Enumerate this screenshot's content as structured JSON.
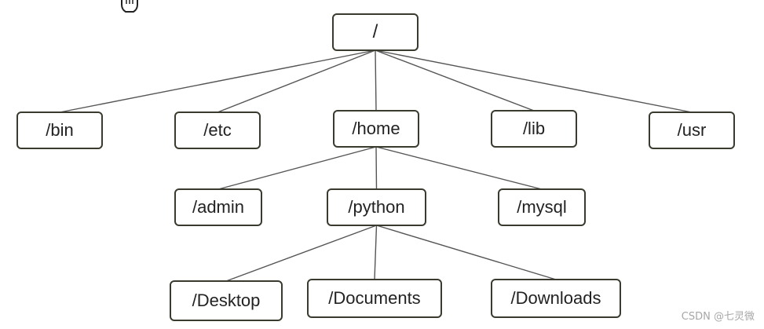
{
  "diagram": {
    "nodes": [
      {
        "id": "root",
        "label": "/"
      },
      {
        "id": "bin",
        "label": "/bin"
      },
      {
        "id": "etc",
        "label": "/etc"
      },
      {
        "id": "home",
        "label": "/home"
      },
      {
        "id": "lib",
        "label": "/lib"
      },
      {
        "id": "usr",
        "label": "/usr"
      },
      {
        "id": "admin",
        "label": "/admin"
      },
      {
        "id": "python",
        "label": "/python"
      },
      {
        "id": "mysql",
        "label": "/mysql"
      },
      {
        "id": "desktop",
        "label": "/Desktop"
      },
      {
        "id": "documents",
        "label": "/Documents"
      },
      {
        "id": "downloads",
        "label": "/Downloads"
      }
    ],
    "edges": [
      [
        "root",
        "bin"
      ],
      [
        "root",
        "etc"
      ],
      [
        "root",
        "home"
      ],
      [
        "root",
        "lib"
      ],
      [
        "root",
        "usr"
      ],
      [
        "home",
        "admin"
      ],
      [
        "home",
        "python"
      ],
      [
        "home",
        "mysql"
      ],
      [
        "python",
        "desktop"
      ],
      [
        "python",
        "documents"
      ],
      [
        "python",
        "downloads"
      ]
    ],
    "colors": {
      "border": "#3a3a2e",
      "line": "#555555",
      "text": "#222222"
    }
  },
  "cursor_icon": "hand-cursor-icon",
  "watermark": "CSDN @七灵微"
}
